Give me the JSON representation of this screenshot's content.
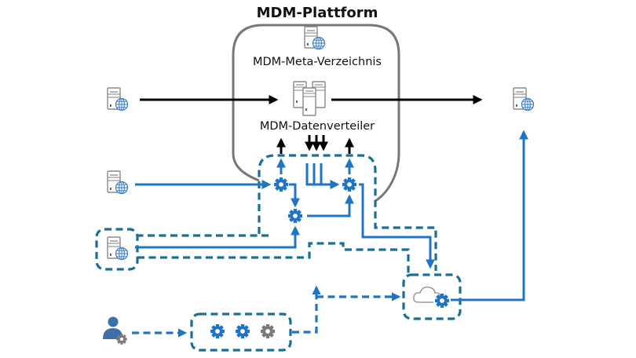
{
  "diagram": {
    "title": "MDM-Plattform",
    "nodes": {
      "meta_directory": {
        "label": "MDM-Meta-Verzeichnis",
        "icon": "server-globe-icon"
      },
      "data_distributor": {
        "label": "MDM-Datenverteiler",
        "icon": "server-cluster-icon"
      },
      "source_system_top": {
        "label": "",
        "icon": "server-globe-icon"
      },
      "source_system_middle": {
        "label": "",
        "icon": "server-globe-icon"
      },
      "source_system_bottom": {
        "label": "",
        "icon": "server-globe-icon"
      },
      "target_system": {
        "label": "",
        "icon": "server-globe-icon"
      },
      "cloud_service": {
        "label": "",
        "icon": "cloud-gear-icon"
      },
      "user_admin": {
        "label": "",
        "icon": "user-gear-icon"
      },
      "process_chain": {
        "label": "",
        "icons": [
          "gear-icon",
          "gear-icon",
          "gear-icon"
        ]
      }
    },
    "colors": {
      "flow_blue": "#1f74c4",
      "dashed_teal": "#1a6f96",
      "platform_gray": "#777777",
      "black_flow": "#000000",
      "inactive_gear": "#7a7a7a"
    },
    "edges": [
      {
        "from": "source_system_top",
        "to": "data_distributor",
        "style": "solid-black"
      },
      {
        "from": "data_distributor",
        "to": "target_system",
        "style": "solid-black"
      },
      {
        "from": "source_system_middle",
        "to": "integration_gear_1",
        "style": "solid-blue"
      },
      {
        "from": "source_system_bottom",
        "to": "integration_gear_2",
        "style": "solid-blue"
      },
      {
        "from": "integration_gear_3",
        "to": "cloud_service",
        "style": "solid-blue"
      },
      {
        "from": "cloud_service",
        "to": "target_system",
        "style": "solid-blue"
      },
      {
        "from": "user_admin",
        "to": "process_chain",
        "style": "dashed"
      },
      {
        "from": "process_chain",
        "to": "cloud_service",
        "style": "dashed"
      }
    ]
  }
}
